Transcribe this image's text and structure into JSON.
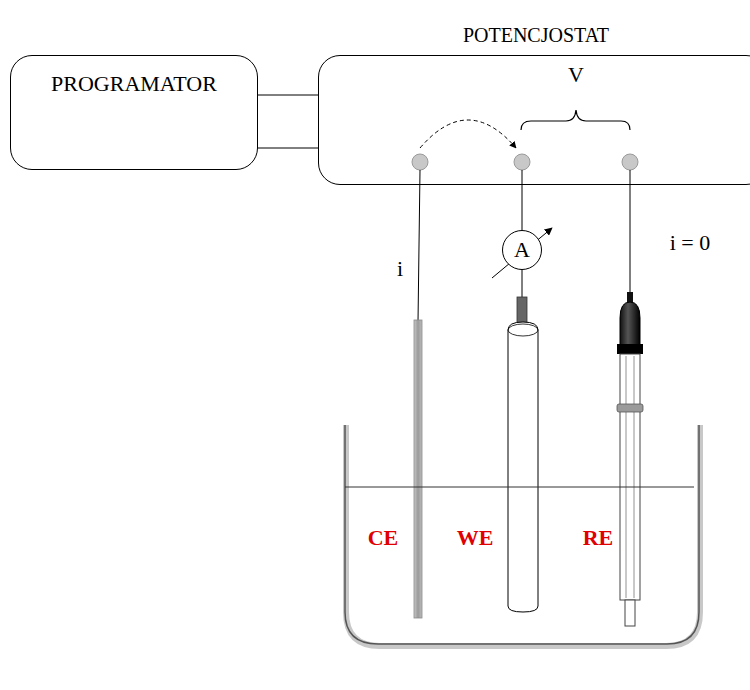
{
  "diagram": {
    "nodes": [
      {
        "text": [
          "PROGRAMATOR"
        ]
      },
      {
        "text": [
          "POTENCJOSTAT"
        ]
      },
      {
        "text": [
          "A"
        ]
      }
    ],
    "edges": [
      {
        "from": 0,
        "to": 1,
        "arrow": "none"
      },
      {
        "from": 0,
        "to": 1,
        "arrow": "none"
      }
    ],
    "labels": [
      "V",
      "i",
      "i = 0",
      "CE",
      "WE",
      "RE"
    ]
  }
}
